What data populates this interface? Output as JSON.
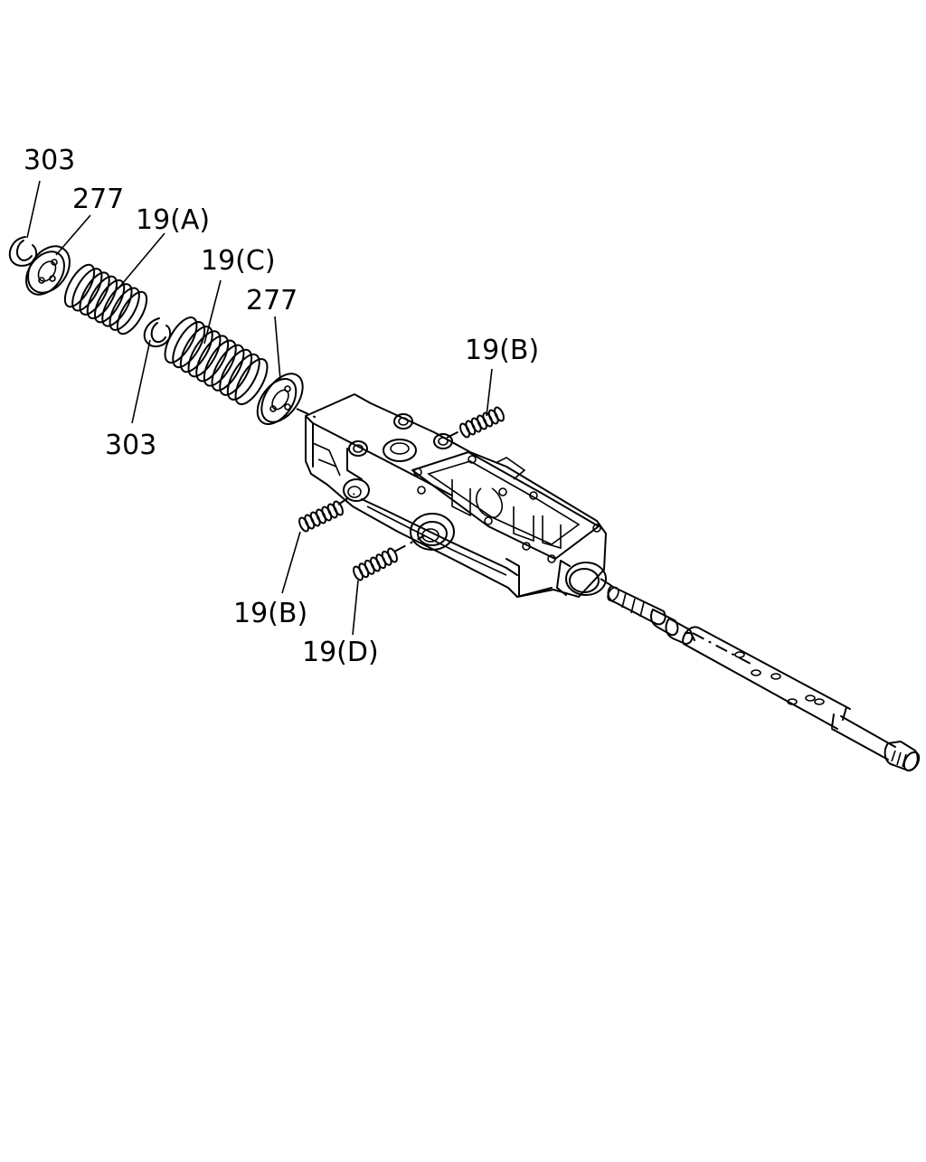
{
  "callouts": {
    "c303_top": "303",
    "c277_left": "277",
    "c19a": "19(A)",
    "c19c": "19(C)",
    "c277_right": "277",
    "c303_bottom": "303",
    "c19b_right": "19(B)",
    "c19b_left": "19(B)",
    "c19d": "19(D)"
  }
}
